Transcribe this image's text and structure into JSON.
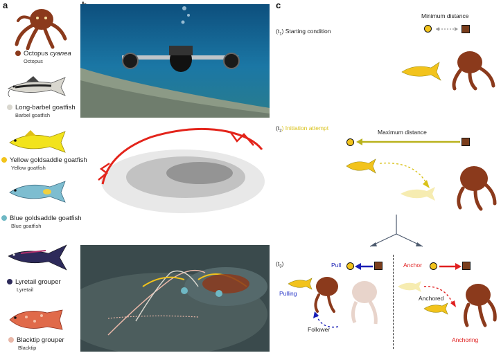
{
  "panels": {
    "a": "a",
    "b": "b",
    "c": "c"
  },
  "species": [
    {
      "name": "Octopus cyanea",
      "italic": "cyanea",
      "prefix": "Octopus ",
      "sub": "Octopus",
      "color": "#8b3a1c"
    },
    {
      "name": "Long-barbel goatfish",
      "sub": "Barbel goatfish",
      "color": "#d9d7cf"
    },
    {
      "name": "Yellow goldsaddle goatfish",
      "sub": "Yellow goatfish",
      "color": "#f2c31c"
    },
    {
      "name": "Blue goldsaddle goatfish",
      "sub": "Blue goatfish",
      "color": "#6fb8c4"
    },
    {
      "name": "Lyretail grouper",
      "sub": "Lyretail",
      "color": "#2d2a5a"
    },
    {
      "name": "Blacktip grouper",
      "sub": "Blacktip",
      "color": "#e8b7a8"
    }
  ],
  "panel_c": {
    "t1": {
      "tag": "(t",
      "sub": "1",
      "rest": ") Starting condition",
      "dist_label": "Minimum distance"
    },
    "t2": {
      "tag": "(t",
      "sub": "2",
      "rest": ") Initiation attempt",
      "dist_label": "Maximum distance"
    },
    "t3": {
      "tag": "(t",
      "sub": "3",
      "rest": ")",
      "pull_label": "Pull",
      "anchor_label": "Anchor",
      "pulling": "Pulling",
      "follower": "Follower",
      "anchored": "Anchored",
      "anchoring": "Anchoring"
    }
  },
  "colors": {
    "yellow": "#f2c31c",
    "brown": "#7a3d1c",
    "olive": "#b9b21c",
    "blue": "#1a1fb5",
    "red": "#e02020",
    "text_blue": "#2a39c9",
    "text_red": "#e02020"
  }
}
